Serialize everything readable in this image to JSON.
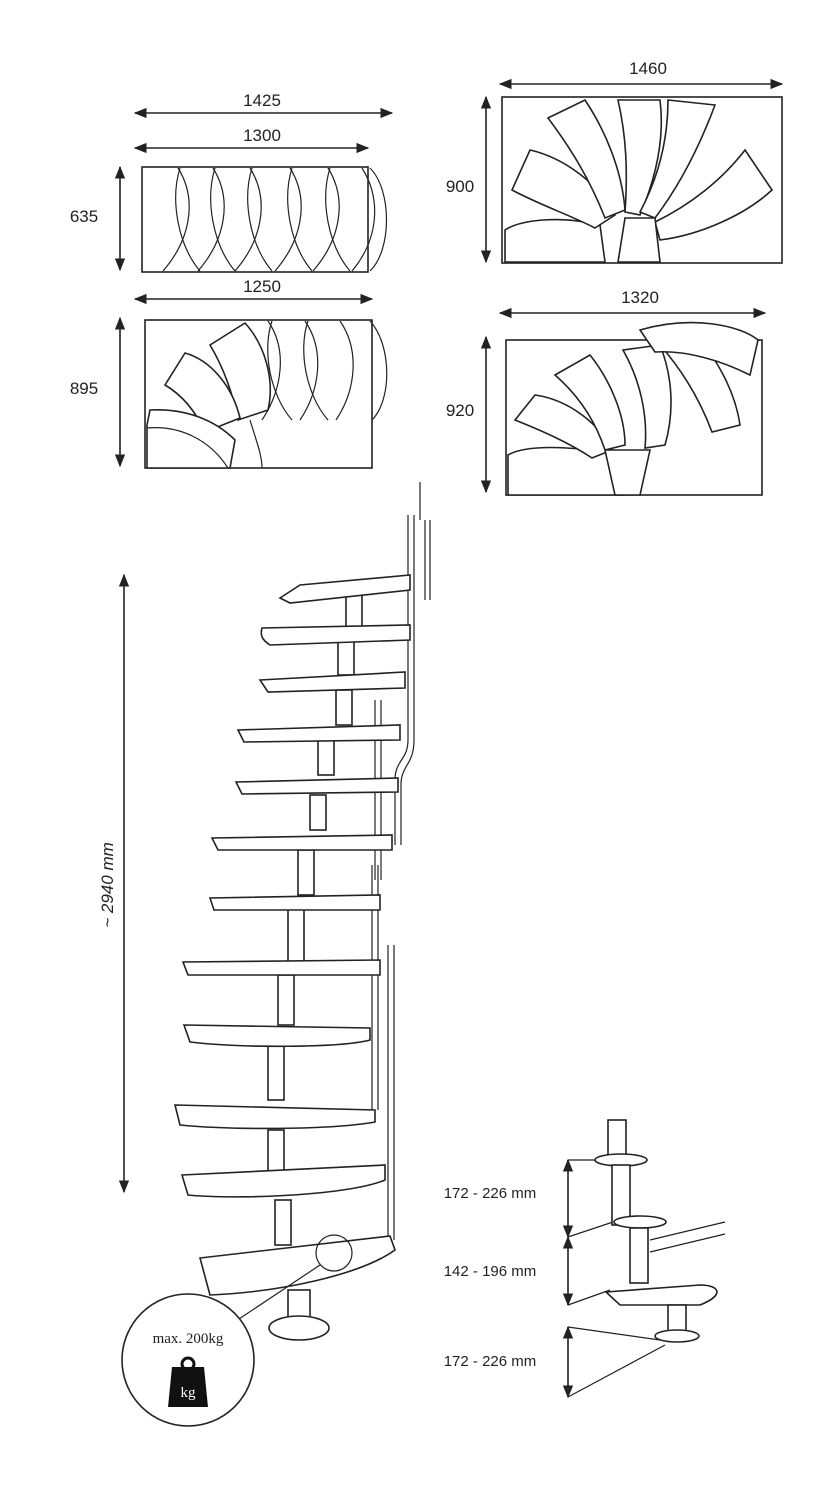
{
  "plans": {
    "straight": {
      "width_outer": "1425",
      "width_inner": "1300",
      "depth": "635"
    },
    "l_turn": {
      "width": "1250",
      "depth": "895"
    },
    "half_turn": {
      "width": "1460",
      "depth": "900"
    },
    "quarter_turn": {
      "width": "1320",
      "depth": "920"
    }
  },
  "elevation": {
    "height": "~ 2940 mm"
  },
  "load": {
    "text": "max. 200kg",
    "unit": "kg"
  },
  "rise": {
    "upper": "172 - 226 mm",
    "middle": "142 - 196 mm",
    "lower": "172 - 226 mm"
  }
}
